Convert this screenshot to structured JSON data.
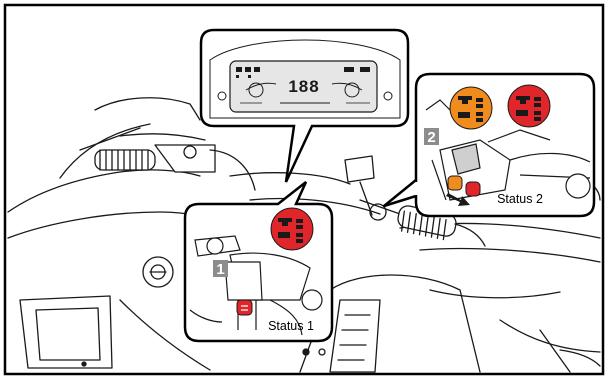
{
  "callouts": {
    "step1": {
      "number": "1",
      "status": "Status 1"
    },
    "step2": {
      "number": "2",
      "status": "Status 2"
    }
  },
  "display": {
    "digits": "188"
  },
  "colors": {
    "frame": "#000000",
    "line_art": "#1a1a1a",
    "screen_bg": "#e6e6e6",
    "badge_gray": "#8c8c8c",
    "red": "#e0262b",
    "orange": "#f08c1e",
    "white": "#ffffff"
  },
  "icons": [
    "lcd-display-icon",
    "2wd-mode-icon",
    "4wd-mode-icon",
    "switch-arrow-icon"
  ]
}
